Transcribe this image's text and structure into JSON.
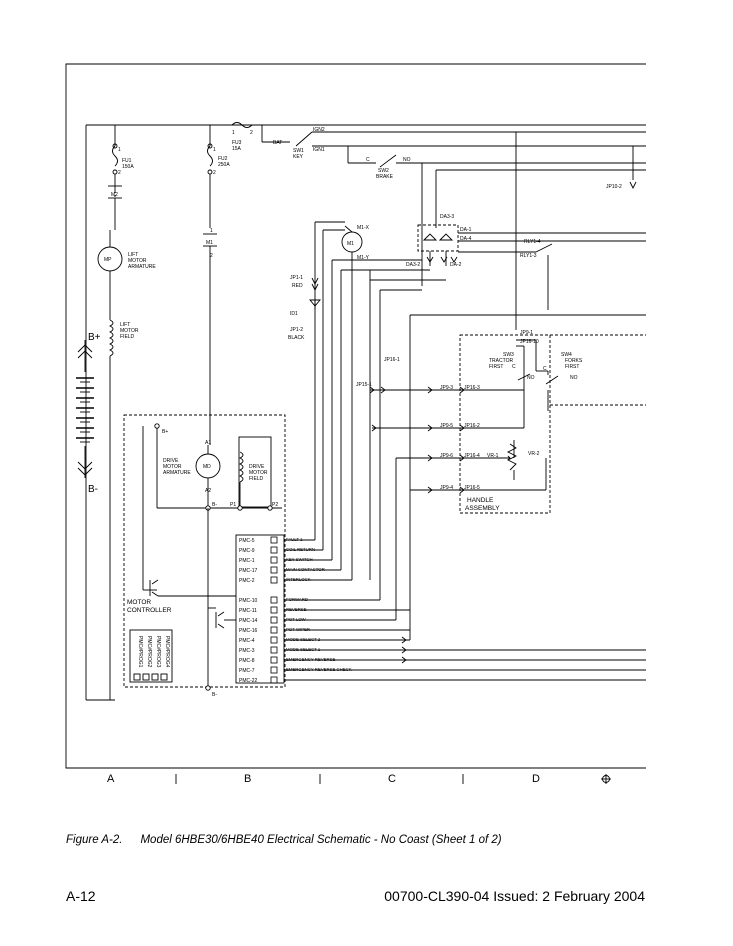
{
  "schematic": {
    "fuses": {
      "fu1": [
        "FU1",
        "150A"
      ],
      "fu2": [
        "FU2",
        "250A"
      ],
      "fu3": [
        "FU3",
        "15A"
      ],
      "fu3_pins": [
        "1",
        "2"
      ],
      "fu1_pins": [
        "1",
        "2"
      ],
      "fu2_pins": [
        "1",
        "2"
      ]
    },
    "contactors": {
      "m2": "M2",
      "m1": "M1",
      "m1_pins": [
        "1",
        "2"
      ]
    },
    "lift_motor": {
      "symbol": "MP",
      "armature": [
        "LIFT",
        "MOTOR",
        "ARMATURE"
      ],
      "field": [
        "LIFT",
        "MOTOR",
        "FIELD"
      ]
    },
    "battery": {
      "pos": "B+",
      "neg": "B-"
    },
    "key_switch": {
      "bat": "BAT",
      "ign2": "IGN2",
      "ign1": "IGN1",
      "sw": [
        "SW1",
        "KEY"
      ]
    },
    "brake_switch": {
      "c": "C",
      "no": "NO",
      "sw": [
        "SW2",
        "BRAKE"
      ]
    },
    "m1_coil": {
      "symbol": "M1",
      "x": "M1-X",
      "y": "M1-Y"
    },
    "jumpers": {
      "jp1_1": [
        "JP1-1",
        "RED"
      ],
      "jp1_2": [
        "JP1-2",
        "BLACK"
      ],
      "jp10_2": "JP10-2",
      "jp16_1": "JP16-1",
      "jp15_1": "JP15-1",
      "jp9_1": "JP9-1",
      "jp16_10": "JP16-10"
    },
    "diode": "ID1",
    "diode_array": {
      "da3": "DA3-3",
      "da1": "DA-1",
      "da3_2": "DA3-2",
      "da_2": "DA-2",
      "da_4": "DA-4"
    },
    "relay": {
      "rly1_4": "RLY1-4",
      "rly1_3": "RLY1-3"
    },
    "handle": {
      "sw3": [
        "SW3",
        "TRACTOR",
        "FIRST"
      ],
      "sw4": [
        "SW4",
        "FORKS",
        "FIRST"
      ],
      "c": "C",
      "no": "NO",
      "label": [
        "HANDLE",
        "ASSEMBLY"
      ],
      "pins_left": [
        "JP9-3",
        "JP9-5",
        "JP9-6",
        "JP9-4"
      ],
      "pins_right": [
        "JP16-3",
        "JP16-2",
        "JP16-4",
        "JP16-5"
      ],
      "vr1": "VR-1",
      "vr2": "VR-2"
    },
    "controller": {
      "title": [
        "MOTOR",
        "CONTROLLER"
      ],
      "bplus": "B+",
      "bminus": "B-",
      "p1": "P1",
      "p2": "P2",
      "a1": "A1",
      "a2": "A2",
      "drive_armature": [
        "DRIVE",
        "MOTOR",
        "ARMATURE"
      ],
      "drive_field": [
        "DRIVE",
        "MOTOR",
        "FIELD"
      ],
      "drive_symbol": "MD",
      "dip_labels": [
        "PMC#PROG1",
        "PMC#PROG2",
        "PMC#PROG3",
        "PMC#PROG4"
      ],
      "pins": [
        {
          "id": "PMC-5",
          "fn": "FAULT 1"
        },
        {
          "id": "PMC-9",
          "fn": "COIL RETURN"
        },
        {
          "id": "PMC-1",
          "fn": "KEY SWITCH"
        },
        {
          "id": "PMC-17",
          "fn": "MAIN CONTACTOR"
        },
        {
          "id": "PMC-2",
          "fn": "INTERLOCK"
        },
        {
          "id": "PMC-10",
          "fn": "FORWARD"
        },
        {
          "id": "PMC-11",
          "fn": "REVERSE"
        },
        {
          "id": "PMC-14",
          "fn": "POT LOW"
        },
        {
          "id": "PMC-16",
          "fn": "POT WIPER"
        },
        {
          "id": "PMC-4",
          "fn": "MODE SELECT 2"
        },
        {
          "id": "PMC-3",
          "fn": "MODE SELECT 1"
        },
        {
          "id": "PMC-8",
          "fn": "EMERGENCY REVERSE"
        },
        {
          "id": "PMC-7",
          "fn": "EMERGENCY REVERSE CHECK"
        },
        {
          "id": "PMC-22",
          "fn": ""
        }
      ]
    },
    "zones": [
      "A",
      "B",
      "C",
      "D"
    ]
  },
  "caption": {
    "figure": "Figure A-2.",
    "title": "Model 6HBE30/6HBE40 Electrical Schematic - No Coast (Sheet 1 of 2)"
  },
  "footer": {
    "page": "A-12",
    "doc": "00700-CL390-04 Issued: 2 February 2004"
  }
}
